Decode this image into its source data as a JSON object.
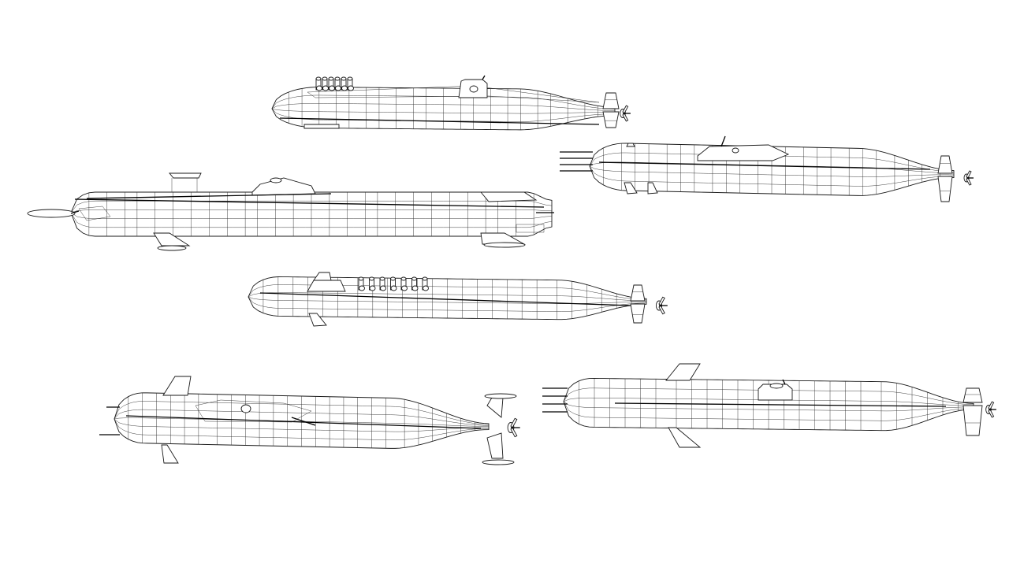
{
  "style": {
    "line_color": "#1a1a1a",
    "background": "#ffffff"
  },
  "models": [
    {
      "name": "submarine-top-missile"
    },
    {
      "name": "submarine-right-upper"
    },
    {
      "name": "submarine-left-large"
    },
    {
      "name": "submarine-center-missile"
    },
    {
      "name": "submarine-bottom-left"
    },
    {
      "name": "submarine-bottom-right"
    }
  ]
}
